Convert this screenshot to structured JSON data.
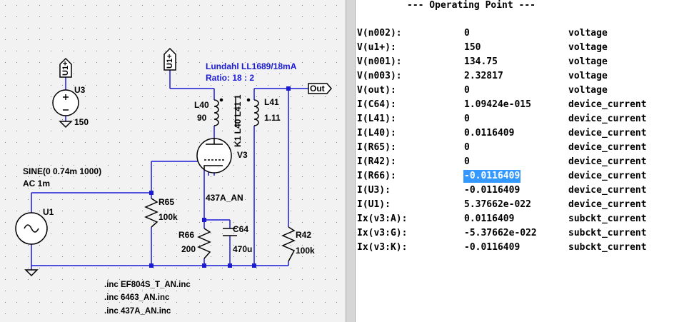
{
  "schematic": {
    "dot_grid": true,
    "wire_color": "#1a1ad6",
    "labels": {
      "u1plus_left": "U1+",
      "u1plus_top": "U1+",
      "u3_name": "U3",
      "u3_value": "150",
      "transformer_title": "Lundahl LL1689/18mA",
      "transformer_ratio": "Ratio: 18 : 2",
      "out_flag": "Out",
      "l40_name": "L40",
      "l40_value": "90",
      "k1_label": "K1 L40 L41 1",
      "l41_name": "L41",
      "l41_value": "1.11",
      "v3_name": "V3",
      "sine_spec": "SINE(0 0.74m 1000)",
      "ac_spec": "AC 1m",
      "u1_name": "U1",
      "r65_name": "R65",
      "r65_value": "100k",
      "tube_model": "437A_AN",
      "c64_name": "C64",
      "c64_value": "470u",
      "r66_name": "R66",
      "r66_value": "200",
      "r42_name": "R42",
      "r42_value": "100k",
      "inc1": ".inc EF804S_T_AN.inc",
      "inc2": ".inc 6463_AN.inc",
      "inc3": ".inc 437A_AN.inc"
    }
  },
  "operating_point": {
    "title": "--- Operating Point ---",
    "selected_row": 10,
    "rows": [
      {
        "name": "V(n002):",
        "value": "0",
        "type": "voltage"
      },
      {
        "name": "V(u1+):",
        "value": "150",
        "type": "voltage"
      },
      {
        "name": "V(n001):",
        "value": "134.75",
        "type": "voltage"
      },
      {
        "name": "V(n003):",
        "value": "2.32817",
        "type": "voltage"
      },
      {
        "name": "V(out):",
        "value": "0",
        "type": "voltage"
      },
      {
        "name": "I(C64):",
        "value": "1.09424e-015",
        "type": "device_current"
      },
      {
        "name": "I(L41):",
        "value": "0",
        "type": "device_current"
      },
      {
        "name": "I(L40):",
        "value": "0.0116409",
        "type": "device_current"
      },
      {
        "name": "I(R65):",
        "value": "0",
        "type": "device_current"
      },
      {
        "name": "I(R42):",
        "value": "0",
        "type": "device_current"
      },
      {
        "name": "I(R66):",
        "value": "-0.0116409",
        "type": "device_current"
      },
      {
        "name": "I(U3):",
        "value": "-0.0116409",
        "type": "device_current"
      },
      {
        "name": "I(U1):",
        "value": "5.37662e-022",
        "type": "device_current"
      },
      {
        "name": "Ix(v3:A):",
        "value": "0.0116409",
        "type": "subckt_current"
      },
      {
        "name": "Ix(v3:G):",
        "value": "-5.37662e-022",
        "type": "subckt_current"
      },
      {
        "name": "Ix(v3:K):",
        "value": "-0.0116409",
        "type": "subckt_current"
      }
    ]
  }
}
